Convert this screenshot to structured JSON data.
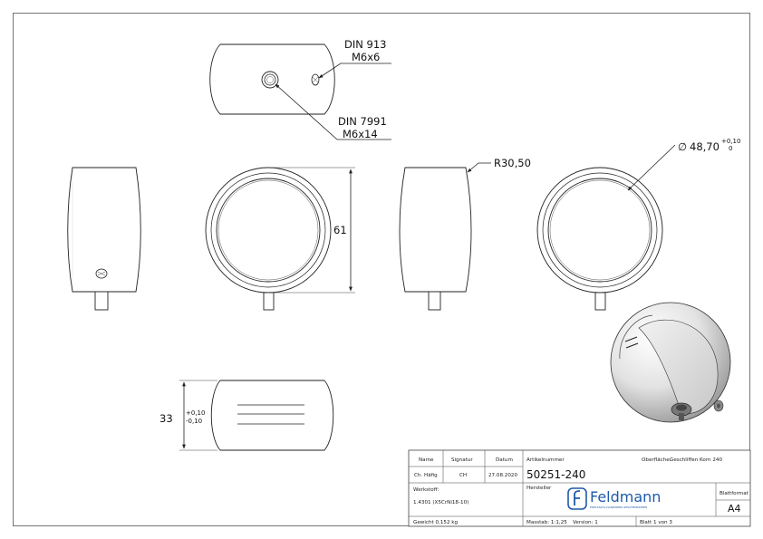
{
  "drawing": {
    "callouts": {
      "grub_screw": {
        "line1": "DIN 913",
        "line2": "M6x6"
      },
      "cap_screw": {
        "line1": "DIN 7991",
        "line2": "M6x14"
      }
    },
    "dimensions": {
      "radius": "R30,50",
      "height": "61",
      "width_main": "33",
      "width_tol_upper": "+0,10",
      "width_tol_lower": "-0,10",
      "diameter_symbol": "∅",
      "diameter": "48,70",
      "diameter_tol_upper": "+0,10",
      "diameter_tol_lower": "0"
    }
  },
  "title_block": {
    "headers": {
      "name": "Name",
      "signature": "Signatur",
      "date": "Datum",
      "article": "Artikelnummer",
      "surface_label": "Oberfläche:"
    },
    "surface": "Geschliffen Korn 240",
    "name": "Ch. Häfig",
    "signature": "CH",
    "date": "27.08.2020",
    "article_number": "50251-240",
    "material_label": "Werkstoff:",
    "material": "1.4301 (X5CrNi18-10)",
    "manufacturer_label": "Hersteller",
    "company": "Feldmann",
    "company_tagline": "EDELSTAHL-HANDWERK GESCHENKIDEEN",
    "format_label": "Blattformat",
    "format": "A4",
    "weight": "Gewicht 0,152 kg",
    "scale": "Masstab: 1:1,25",
    "version": "Version: 1",
    "sheet": "Blatt 1 von 3"
  }
}
